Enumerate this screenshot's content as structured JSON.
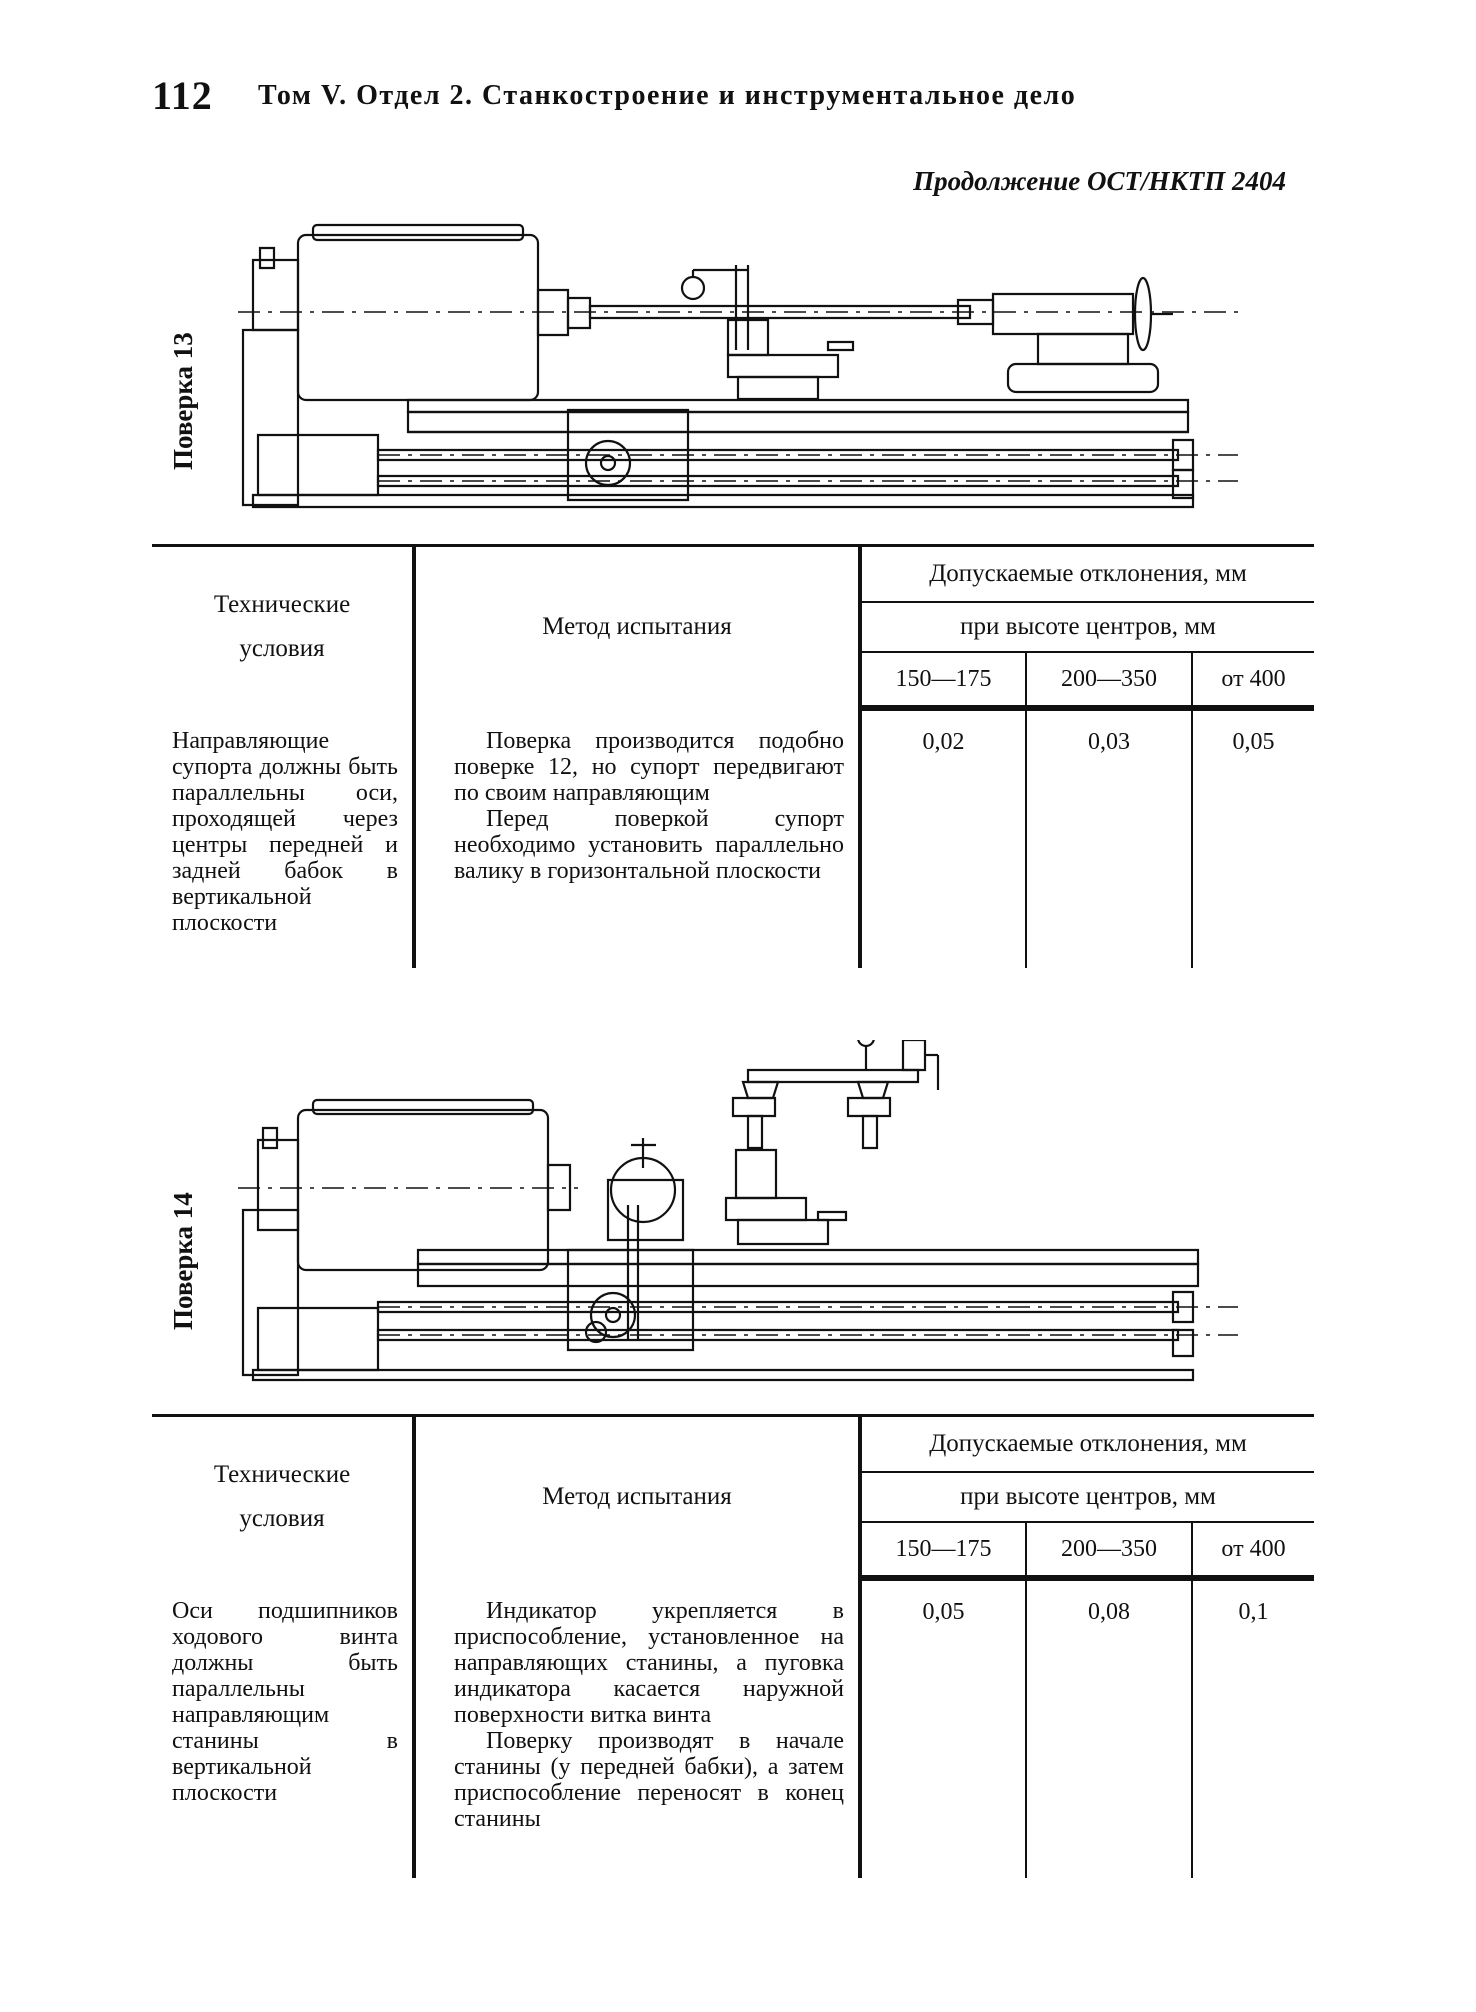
{
  "header": {
    "page_number": "112",
    "running_title": "Том V. Отдел 2. Станкостроение и инструментальное дело",
    "continuation": "Продолжение ОСТ/НКТП 2404"
  },
  "checks": [
    {
      "label": "Поверка 13",
      "table": {
        "col_conditions": "Технические условия",
        "col_method": "Метод испытания",
        "col_tolerance": "Допускаемые отклонения, мм",
        "col_center_height": "при высоте центров, мм",
        "ranges": [
          "150—175",
          "200—350",
          "от 400"
        ],
        "conditions_text": "Направляющие супорта должны быть параллельны оси, проходящей через центры передней и задней бабок в вертикальной плоскости",
        "method_p1": "Поверка производится подобно поверке 12, но супорт передвигают по своим направляющим",
        "method_p2": "Перед поверкой супорт необходимо установить параллельно валику в горизонтальной плоскости",
        "values": [
          "0,02",
          "0,03",
          "0,05"
        ]
      }
    },
    {
      "label": "Поверка 14",
      "table": {
        "col_conditions": "Технические условия",
        "col_method": "Метод испытания",
        "col_tolerance": "Допускаемые отклонения, мм",
        "col_center_height": "при высоте центров, мм",
        "ranges": [
          "150—175",
          "200—350",
          "от 400"
        ],
        "conditions_text": "Оси подшипников ходового винта должны быть параллельны направляющим станины в вертикальной плоскости",
        "method_p1": "Индикатор укрепляется в приспособление, установленное на направляющих станины, а пуговка индикатора касается наружной поверхности витка винта",
        "method_p2": "Поверку производят в начале станины (у передней бабки), а затем приспособление переносят в конец станины",
        "values": [
          "0,05",
          "0,08",
          "0,1"
        ]
      }
    }
  ]
}
